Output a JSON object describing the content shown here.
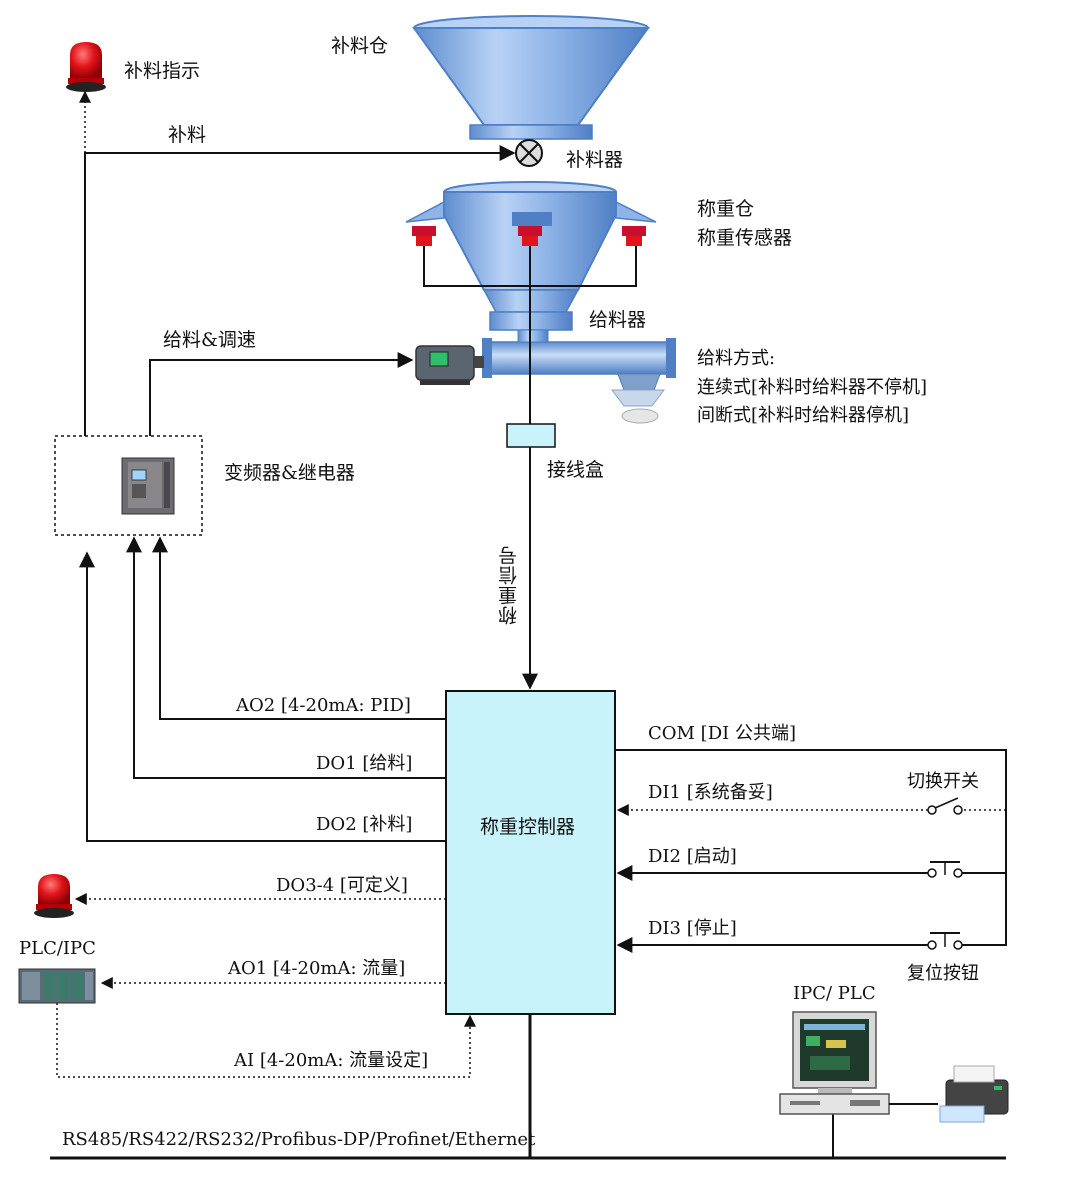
{
  "labels": {
    "hopper_refill": "补料仓",
    "refill_indicator": "补料指示",
    "refill_line": "补料",
    "refill_feeder": "补料器",
    "weigh_hopper": "称重仓",
    "load_cells": "称重传感器",
    "feeder": "给料器",
    "feed_speed": "给料&调速",
    "feed_mode_title": "给料方式:",
    "feed_mode_continuous": "连续式[补料时给料器不停机]",
    "feed_mode_intermittent": "间断式[补料时给料器停机]",
    "junction_box": "接线盒",
    "vfd_relay": "变频器&继电器",
    "weigh_signal": "称重信号",
    "controller": "称重控制器",
    "ao2": "AO2  [4-20mA:  PID]",
    "do1": "DO1  [给料]",
    "do2": "DO2  [补料]",
    "do34": "DO3-4  [可定义]",
    "ao1": "AO1  [4-20mA:  流量]",
    "ai": "AI [4-20mA:  流量设定]",
    "plc_ipc_left": "PLC/IPC",
    "com": "COM [DI 公共端]",
    "di1": "DI1 [系统备妥]",
    "di2": "DI2 [启动]",
    "di3": "DI3 [停止]",
    "switch": "切换开关",
    "reset_button": "复位按钮",
    "ipc_plc_right": "IPC/ PLC",
    "bus": "RS485/RS422/RS232/Profibus-DP/Profinet/Ethernet"
  },
  "colors": {
    "hopper_blue": "#8fb4e8",
    "hopper_dark": "#4f7fc4",
    "controller_fill": "#c9f3fb",
    "beacon_red": "#e0141a",
    "line": "#111111"
  }
}
